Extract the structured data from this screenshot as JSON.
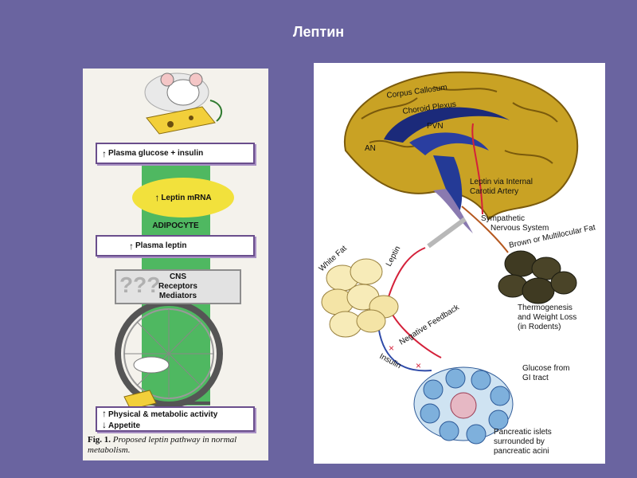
{
  "slide": {
    "title": "Лептин"
  },
  "left_panel": {
    "box_plasma_glucose": "Plasma glucose + insulin",
    "leptin_mrna": "Leptin mRNA",
    "adipocyte": "ADIPOCYTE",
    "box_plasma_leptin": "Plasma leptin",
    "cns_lines": [
      "CNS",
      "Receptors",
      "Mediators"
    ],
    "cns_marks": "???",
    "box_activity_line1": "Physical & metabolic activity",
    "box_activity_line2": "Appetite",
    "caption_fig": "Fig. 1.",
    "caption_text": "Proposed leptin pathway in normal metabolism."
  },
  "right_panel": {
    "corpus_callosum": "Corpus Callosum",
    "choroid_plexus": "Choroid Plexus",
    "pvn": "PVN",
    "an": "AN",
    "leptin_carotid": [
      "Leptin via Internal",
      "Carotid Artery"
    ],
    "sympathetic": [
      "Sympathetic",
      "Nervous System"
    ],
    "brown_fat": "Brown or Multilocular Fat",
    "white_fat": "White Fat",
    "leptin": "Leptin",
    "negative_feedback": "Negative Feedback",
    "insulin": "Insulin",
    "thermogenesis": [
      "Thermogenesis",
      "and Weight Loss",
      "(in Rodents)"
    ],
    "glucose": [
      "Glucose from",
      "GI tract"
    ],
    "pancreatic": [
      "Pancreatic islets",
      "surrounded by",
      "pancreatic acini"
    ]
  },
  "colors": {
    "background": "#6a64a0",
    "brain": "#c9a224",
    "red_arrow": "#d4213a",
    "blue_arrow": "#2e4aa8",
    "green_column": "#4fb861"
  }
}
